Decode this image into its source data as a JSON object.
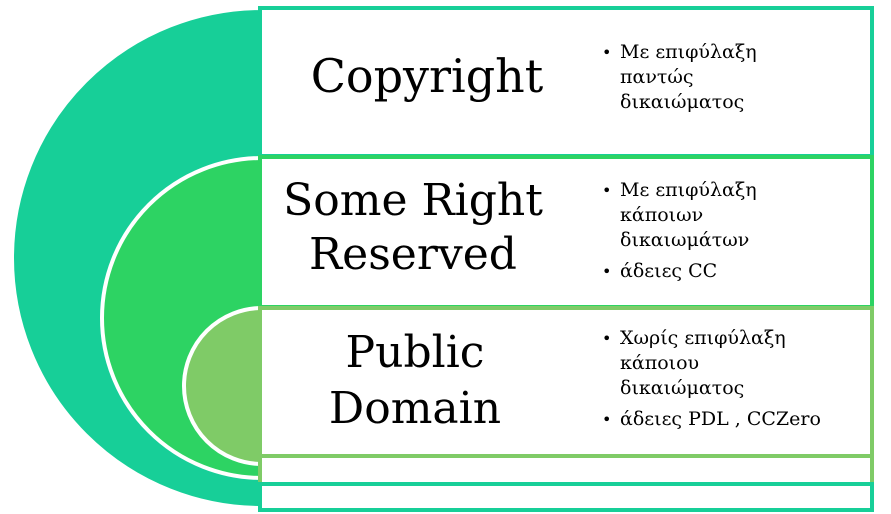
{
  "colors": {
    "outer": "#17cf98",
    "middle": "#2dd363",
    "inner": "#7fcb67",
    "stroke": "#ffffff",
    "border_top": "#17cf98",
    "border_mid": "#2dd363",
    "border_low": "#7fcb67"
  },
  "tiers": [
    {
      "label": [
        "Copyright"
      ],
      "bullets": [
        "Με επιφύλαξη παντώς δικαιώματος"
      ]
    },
    {
      "label": [
        "Some Right",
        "Reserved"
      ],
      "bullets": [
        "Με επιφύλαξη κάποιων δικαιωμάτων",
        "άδειες CC"
      ]
    },
    {
      "label": [
        "Public",
        "Domain"
      ],
      "bullets": [
        "Χωρίς επιφύλαξη κάποιου δικαιώματος",
        "άδειες PDL , CCZero"
      ]
    }
  ]
}
